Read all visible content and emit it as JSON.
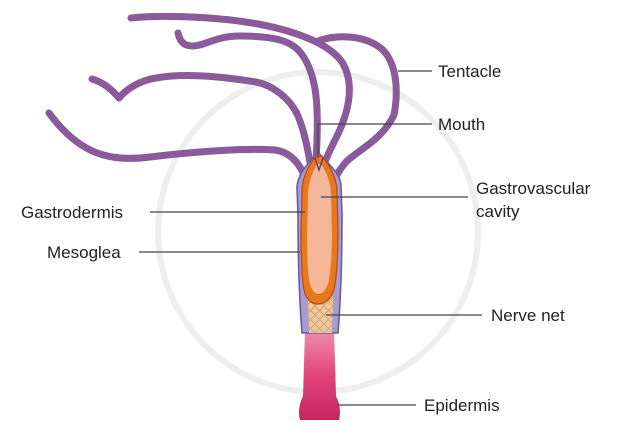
{
  "labels": {
    "tentacle": "Tentacle",
    "mouth": "Mouth",
    "gastrodermis": "Gastrodermis",
    "gastrovascular_line1": "Gastrovascular",
    "gastrovascular_line2": "cavity",
    "mesoglea": "Mesoglea",
    "nerve_net": "Nerve net",
    "epidermis": "Epidermis"
  },
  "colors": {
    "tentacle": "#8a5a9a",
    "body_outer": "#a79bd0",
    "gastrodermis_layer": "#e8781e",
    "cavity": "#f5b79a",
    "nerve_net": "#f0c89a",
    "foot": "#e0457a",
    "leader_line": "#444444",
    "halo": "#eeeeee"
  }
}
